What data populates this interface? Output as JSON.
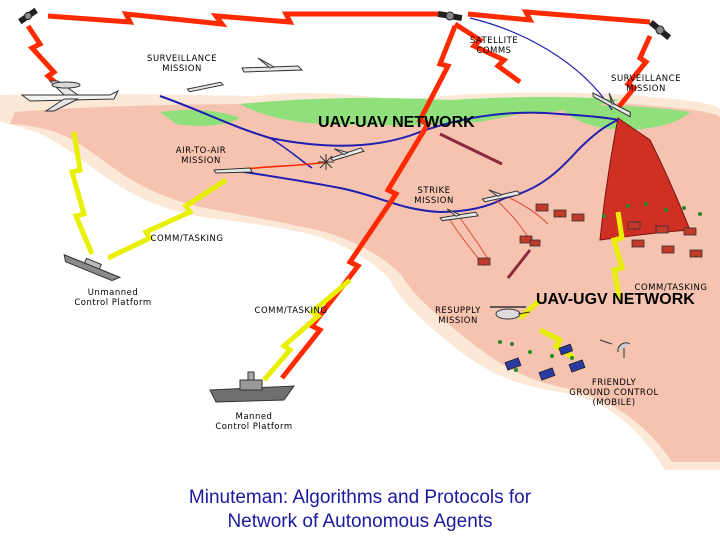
{
  "labels": {
    "satellite_comms": "SATELLITE\nCOMMS",
    "surveillance_left": "SURVEILLANCE\nMISSION",
    "surveillance_right": "SURVEILLANCE\nMISSION",
    "uav_uav_network": "UAV-UAV NETWORK",
    "air_to_air": "AIR-TO-AIR\nMISSION",
    "strike": "STRIKE\nMISSION",
    "comm_tasking_1": "COMM/TASKING",
    "comm_tasking_2": "COMM/TASKING",
    "comm_tasking_3": "COMM/TASKING",
    "unmanned_platform": "Unmanned\nControl Platform",
    "resupply": "RESUPPLY\nMISSION",
    "uav_ugv_network": "UAV-UGV NETWORK",
    "friendly_ground": "FRIENDLY\nGROUND CONTROL\n(MOBILE)",
    "manned_platform": "Manned\nControl Platform"
  },
  "title": {
    "line1": "Minuteman: Algorithms and Protocols for",
    "line2": "Network of  Autonomous Agents"
  },
  "colors": {
    "land": "#f6c3b1",
    "shore": "#fbe8d6",
    "field": "#8fe07a",
    "red_link": "#ff2a00",
    "yellow_link": "#e8f000",
    "blue_network": "#1f1fb0",
    "title_blue": "#1a1aa0",
    "sensor_cone": "#d03024"
  }
}
